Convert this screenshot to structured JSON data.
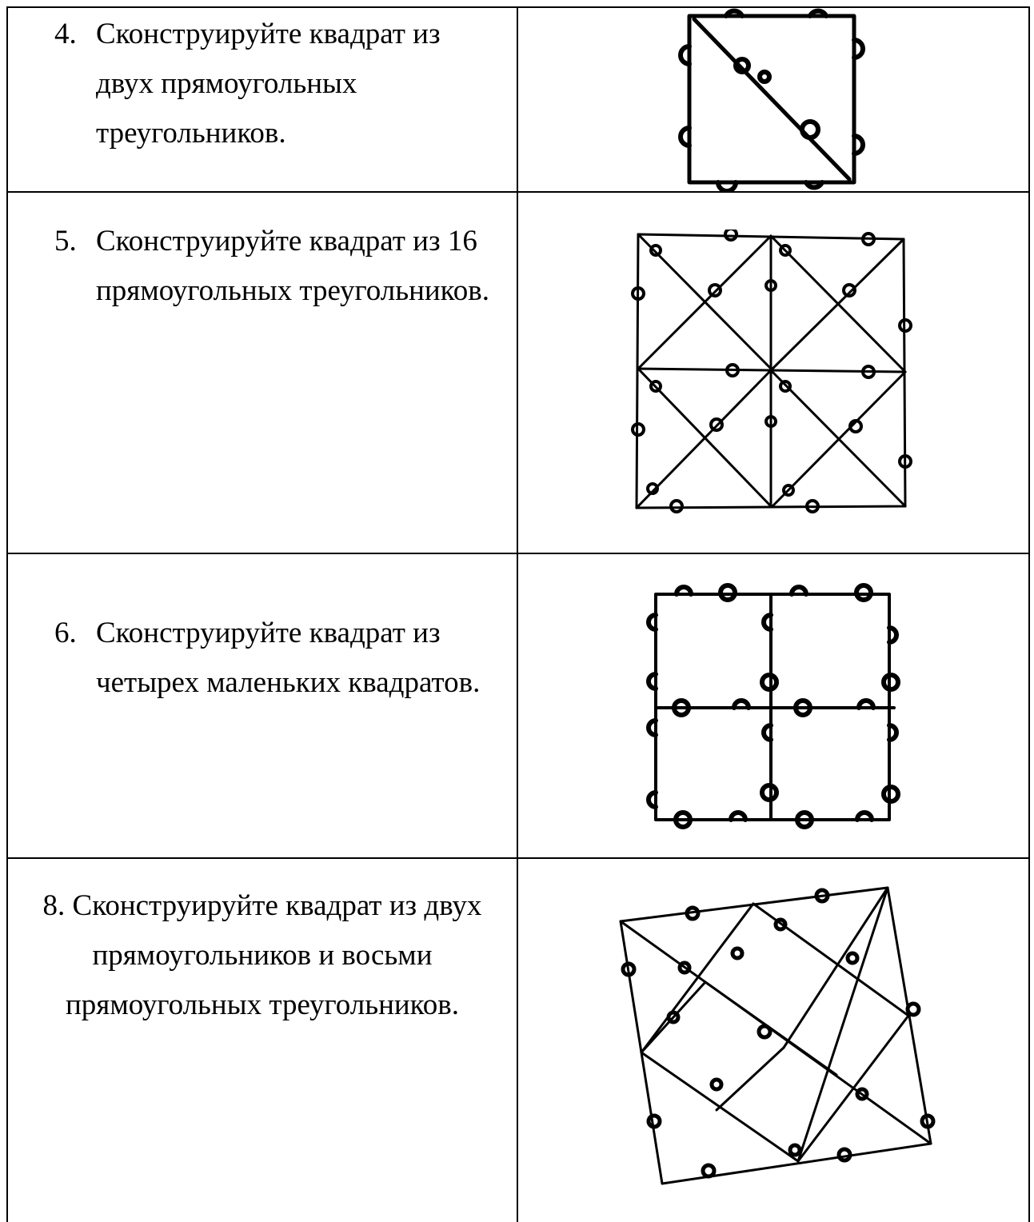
{
  "rows": [
    {
      "number": "4.",
      "lines": [
        "Сконструируйте квадрат из",
        "двух прямоугольных",
        "треугольников."
      ]
    },
    {
      "number": "5.",
      "lines": [
        "Сконструируйте квадрат из 16",
        "прямоугольных треугольников."
      ]
    },
    {
      "number": "6.",
      "lines": [
        "Сконструируйте квадрат из",
        "четырех маленьких квадратов."
      ]
    },
    {
      "number": "",
      "lines": [
        "8. Сконструируйте квадрат из двух",
        "прямоугольников и восьми",
        "прямоугольных треугольников."
      ]
    }
  ]
}
